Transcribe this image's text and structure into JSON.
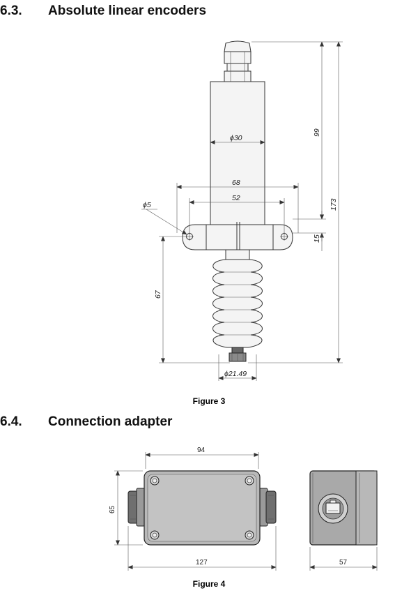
{
  "section1": {
    "number": "6.3.",
    "title": "Absolute linear encoders"
  },
  "section2": {
    "number": "6.4.",
    "title": "Connection adapter"
  },
  "figure3": {
    "caption": "Figure 3",
    "dims": {
      "d_body": "ϕ30",
      "w_outer": "68",
      "w_inner": "52",
      "hole": "ϕ5",
      "h_upper": "99",
      "h_total": "173",
      "h_flange": "15",
      "h_lower": "67",
      "d_rod": "ϕ21.49"
    }
  },
  "figure4": {
    "caption": "Figure 4",
    "dims": {
      "width_top": "94",
      "height": "65",
      "width_bottom": "127",
      "depth": "57"
    }
  }
}
